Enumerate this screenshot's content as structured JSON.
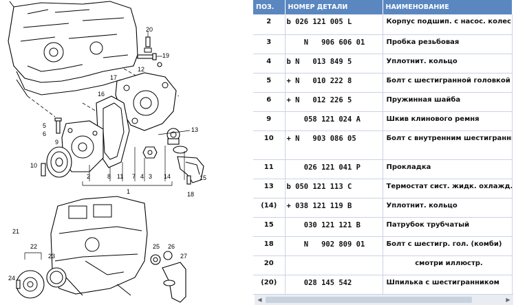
{
  "diagram": {
    "callouts": [
      "20",
      "19",
      "5",
      "6",
      "10",
      "18",
      "12",
      "1",
      "2",
      "3",
      "4",
      "7",
      "8",
      "9",
      "11",
      "13",
      "14",
      "15",
      "16",
      "17",
      "21",
      "22",
      "23",
      "24",
      "25",
      "26",
      "27"
    ]
  },
  "table": {
    "headers": [
      "ПОЗ.",
      "НОМЕР ДЕТАЛИ",
      "НАИМЕНОВАНИЕ"
    ],
    "rows": [
      {
        "pos": "2",
        "number": "b 026 121 005 L",
        "name": "Корпус подшип. с насос. колес."
      },
      {
        "pos": "3",
        "number": "    N   906 606 01",
        "name": "Пробка резьбовая"
      },
      {
        "pos": "4",
        "number": "b N   013 849 5",
        "name": "Уплотнит. кольцо"
      },
      {
        "pos": "5",
        "number": "+ N   010 222 8",
        "name": "Болт с шестигранной головкой"
      },
      {
        "pos": "6",
        "number": "+ N   012 226 5",
        "name": "Пружинная шайба"
      },
      {
        "pos": "9",
        "number": "    058 121 024 A",
        "name": "Шкив клинового ремня"
      },
      {
        "pos": "10",
        "number": "+ N   903 086 05",
        "name": "Болт с внутренним шестигранни-"
      },
      {
        "pos": "11",
        "number": "    026 121 041 P",
        "name": "Прокладка"
      },
      {
        "pos": "13",
        "number": "b 050 121 113 C",
        "name": "Термостат сист. жидк. охлажд."
      },
      {
        "pos": "(14)",
        "number": "+ 038 121 119 B",
        "name": "Уплотнит. кольцо"
      },
      {
        "pos": "15",
        "number": "    030 121 121 B",
        "name": "Патрубок трубчатый"
      },
      {
        "pos": "18",
        "number": "    N   902 809 01",
        "name": "Болт с шестигр. гол. (комби)"
      },
      {
        "pos": "20",
        "number": "",
        "name": "смотри иллюстр."
      },
      {
        "pos": "(20)",
        "number": "    028 145 542",
        "name": "Шпилька с шестигранником"
      }
    ]
  }
}
